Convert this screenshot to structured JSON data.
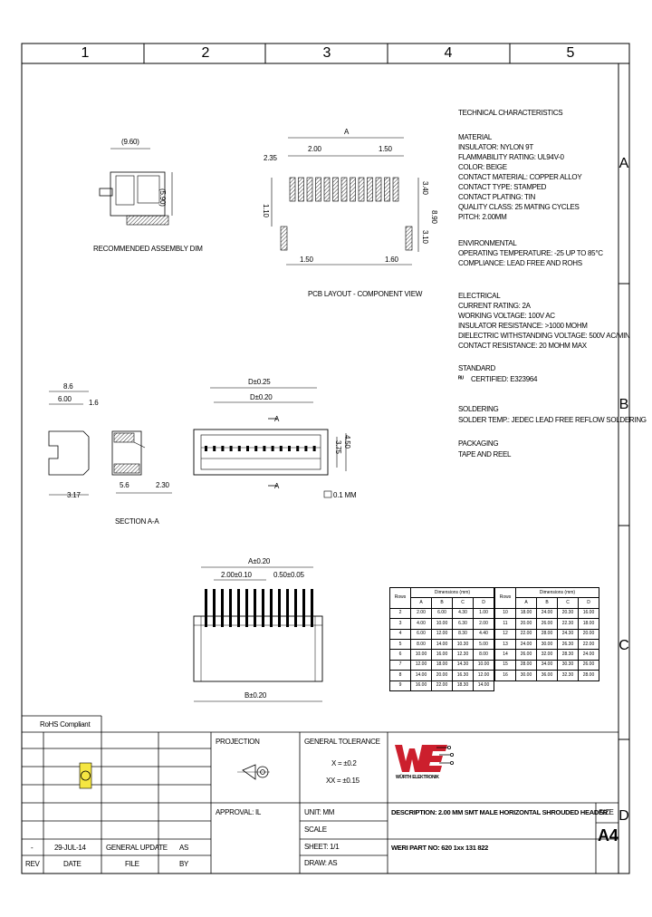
{
  "zones": {
    "columns": [
      "1",
      "2",
      "3",
      "4",
      "5"
    ],
    "rows": [
      "A",
      "B",
      "C",
      "D"
    ]
  },
  "characteristics": {
    "title": "TECHNICAL CHARACTERISTICS",
    "material_head": "MATERIAL",
    "material": [
      "INSULATOR: NYLON 9T",
      "FLAMMABILITY RATING: UL94V-0",
      "COLOR: BEIGE",
      "CONTACT MATERIAL: COPPER ALLOY",
      "CONTACT TYPE: STAMPED",
      "CONTACT PLATING: TIN",
      "QUALITY CLASS: 25 MATING CYCLES",
      "PITCH: 2.00MM"
    ],
    "environmental_head": "ENVIRONMENTAL",
    "environmental": [
      "OPERATING TEMPERATURE: -25 UP TO 85°C",
      "COMPLIANCE: LEAD FREE AND ROHS"
    ],
    "electrical_head": "ELECTRICAL",
    "electrical": [
      "CURRENT RATING: 2A",
      "WORKING VOLTAGE: 100V AC",
      "INSULATOR RESISTANCE: >1000 MOHM",
      "DIELECTRIC WITHSTANDING VOLTAGE: 500V AC/MIN",
      "CONTACT RESISTANCE: 20 MOHM MAX"
    ],
    "standard_head": "STANDARD",
    "standard": [
      "CERTIFIED: E323964"
    ],
    "soldering_head": "SOLDERING",
    "soldering": [
      "SOLDER TEMP.: JEDEC LEAD FREE REFLOW SOLDERING"
    ],
    "packaging_head": "PACKAGING",
    "packaging": [
      "TAPE AND REEL"
    ]
  },
  "views": {
    "assembly_caption": "RECOMMENDED ASSEMBLY DIM",
    "pcb_caption": "PCB LAYOUT - COMPONENT VIEW",
    "section_caption": "SECTION A-A"
  },
  "dims": {
    "asm_width": "(9.60)",
    "asm_height": "(5.90)",
    "pcb_a": "A",
    "pcb_2": "2.00",
    "pcb_150": "1.50",
    "pcb_235": "2.35",
    "pcb_110": "1.10",
    "pcb_340": "3.40",
    "pcb_890": "8.90",
    "pcb_310": "3.10",
    "pcb_150b": "1.50",
    "pcb_160": "1.60",
    "sec_86": "8.6",
    "sec_600": "6.00",
    "sec_16": "1.6",
    "sec_317": "3.17",
    "sec_56": "5.6",
    "sec_230": "2.30",
    "top_d25": "D±0.25",
    "top_d20": "D±0.20",
    "top_a": "A",
    "top_a2": "A",
    "top_375": "3.75",
    "top_450": "4.50",
    "top_cop": "0.1 MM",
    "front_a": "A±0.20",
    "front_200": "2.00±0.10",
    "front_050": "0.50±0.05",
    "front_b": "B±0.20"
  },
  "dim_table": {
    "head_dim": "Dimensions (mm)",
    "head_rows": "Rows",
    "cols": [
      "A",
      "B",
      "C",
      "D"
    ],
    "left": [
      [
        "2",
        "2.00",
        "6.00",
        "4.30",
        "1.00"
      ],
      [
        "3",
        "4.00",
        "10.00",
        "6.30",
        "2.00"
      ],
      [
        "4",
        "6.00",
        "12.00",
        "8.30",
        "4.40"
      ],
      [
        "5",
        "8.00",
        "14.00",
        "10.30",
        "5.00"
      ],
      [
        "6",
        "10.00",
        "16.00",
        "12.30",
        "8.00"
      ],
      [
        "7",
        "12.00",
        "18.00",
        "14.30",
        "10.00"
      ],
      [
        "8",
        "14.00",
        "20.00",
        "16.30",
        "12.00"
      ],
      [
        "9",
        "16.00",
        "22.00",
        "18.30",
        "14.00"
      ]
    ],
    "right": [
      [
        "10",
        "18.00",
        "24.00",
        "20.30",
        "16.00"
      ],
      [
        "11",
        "20.00",
        "26.00",
        "22.30",
        "18.00"
      ],
      [
        "12",
        "22.00",
        "28.00",
        "24.30",
        "20.00"
      ],
      [
        "13",
        "24.00",
        "30.00",
        "26.30",
        "22.00"
      ],
      [
        "14",
        "26.00",
        "32.00",
        "28.30",
        "24.00"
      ],
      [
        "15",
        "28.00",
        "34.00",
        "30.30",
        "26.00"
      ],
      [
        "16",
        "30.00",
        "36.00",
        "32.30",
        "28.00"
      ]
    ]
  },
  "title_block": {
    "rohs": "RoHS Compliant",
    "projection": "PROJECTION",
    "general_tolerance": "GENERAL TOLERANCE",
    "tol_x": "X = ±0.2",
    "tol_xx": "XX = ±0.15",
    "approval": "APPROVAL: IL",
    "unit": "UNIT: MM",
    "scale": "SCALE",
    "sheet": "SHEET: 1/1",
    "draw": "DRAW: AS",
    "description": "DESCRIPTION: 2.00 MM SMT MALE HORIZONTAL SHROUDED HEADER",
    "part_no": "WERI PART NO: 620 1xx 131 822",
    "size_label": "SIZE",
    "size_value": "A4",
    "logo_text": "WÜRTH ELEKTRONIK",
    "rev_row": [
      "-",
      "29-JUL-14",
      "GENERAL UPDATE",
      "AS"
    ],
    "rev_head": [
      "REV",
      "DATE",
      "FILE",
      "BY"
    ]
  }
}
